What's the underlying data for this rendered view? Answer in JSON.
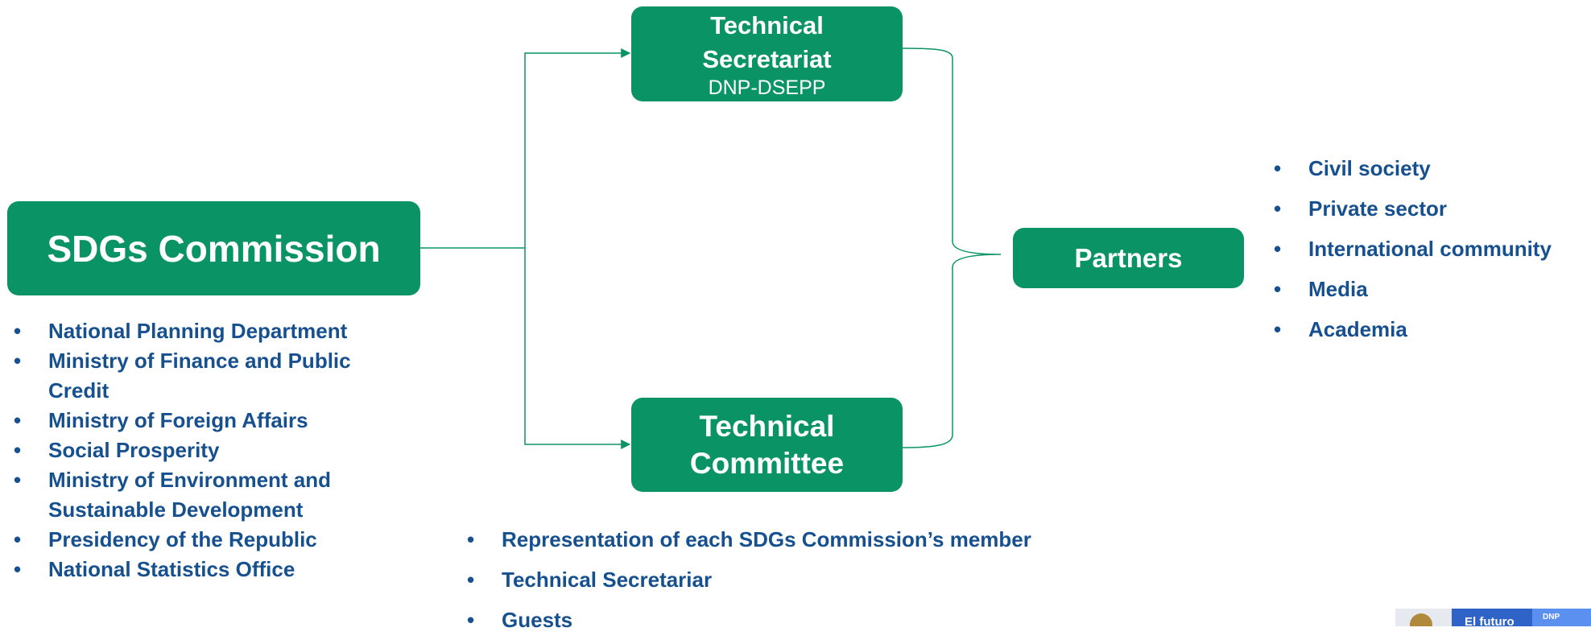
{
  "commission": {
    "title": "SDGs Commission"
  },
  "secretariat": {
    "title_line1": "Technical",
    "title_line2": "Secretariat",
    "subtitle": "DNP-DSEPP"
  },
  "committee": {
    "title_line1": "Technical",
    "title_line2": "Committee"
  },
  "partners": {
    "title": "Partners"
  },
  "members": [
    "National Planning Department",
    "Ministry of Finance and Public Credit",
    "Ministry of Foreign Affairs",
    "Social Prosperity",
    "Ministry of Environment and Sustainable Development",
    "Presidency of the Republic",
    "National Statistics Office"
  ],
  "committee_members": [
    "Representation of each SDGs Commission’s member",
    "Technical Secretariar",
    "Guests"
  ],
  "partner_groups": [
    "Civil society",
    "Private sector",
    "International community",
    "Media",
    "Academia"
  ],
  "logo": {
    "text": "El futuro",
    "small": "DNP"
  },
  "colors": {
    "box_fill": "#0a9466",
    "list_text": "#17508f",
    "connector": "#0a9466"
  }
}
